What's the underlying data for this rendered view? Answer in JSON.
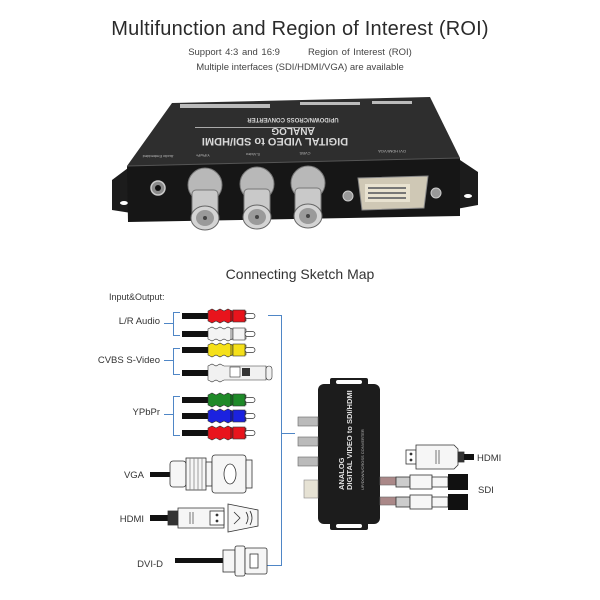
{
  "header": {
    "title": "Multifunction and Region of Interest (ROI)",
    "features": [
      "Support 4:3 and 16:9",
      "Region of Interest (ROI)"
    ],
    "interfaces_note": "Multiple interfaces (SDI/HDMI/VGA) are available"
  },
  "product_photo": {
    "top_label_line1": "DIGITAL VIDEO to SDI/HDMI",
    "top_label_line2": "ANALOG",
    "top_label_line3": "UP/DOWN/CROSS CONVERTER",
    "front_ports": [
      "Audio Embedded",
      "Y/Pb/Pr",
      "S-Video",
      "CVBS",
      "DVI HDMI/VGA"
    ]
  },
  "sketch": {
    "title": "Connecting Sketch Map",
    "io_label": "Input&Output:",
    "inputs": [
      {
        "label": "L/R Audio",
        "plugs": [
          "#e8141c",
          "#f4f4f4"
        ]
      },
      {
        "label": "CVBS S-Video",
        "plugs": [
          "#f5e01a",
          "s-video"
        ]
      },
      {
        "label": "YPbPr",
        "plugs": [
          "#1e8a28",
          "#1b22e0",
          "#e8141c"
        ]
      },
      {
        "label": "VGA"
      },
      {
        "label": "HDMI"
      },
      {
        "label": "DVI-D"
      }
    ],
    "outputs": [
      {
        "label": "HDMI"
      },
      {
        "label": "SDI"
      }
    ],
    "bracket_color": "#4f86c6"
  }
}
